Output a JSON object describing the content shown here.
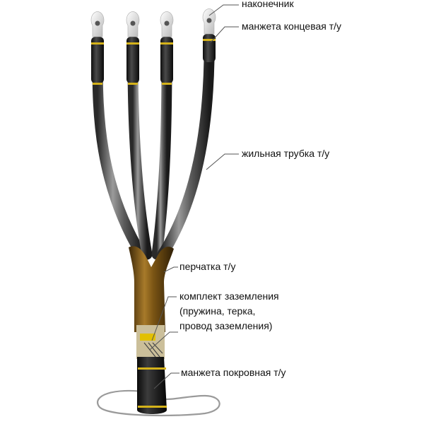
{
  "labels": {
    "lug": "наконечник",
    "end_cuff": "манжета концевая т/у",
    "core_tube": "жильная трубка т/у",
    "glove": "перчатка т/у",
    "grounding_line1": "комплект заземления",
    "grounding_line2": "(пружина,  терка,",
    "grounding_line3": "провод заземления)",
    "cover_cuff": "манжета покровная т/у"
  },
  "colors": {
    "tube_dark": "#1e1e1e",
    "tube_grey": "#7a7a7a",
    "glove": "#6b4a12",
    "glove_highlight": "#c9a44c",
    "yellow_band": "#d4b21a",
    "lug": "#e8e8e8",
    "leader": "#555555"
  }
}
